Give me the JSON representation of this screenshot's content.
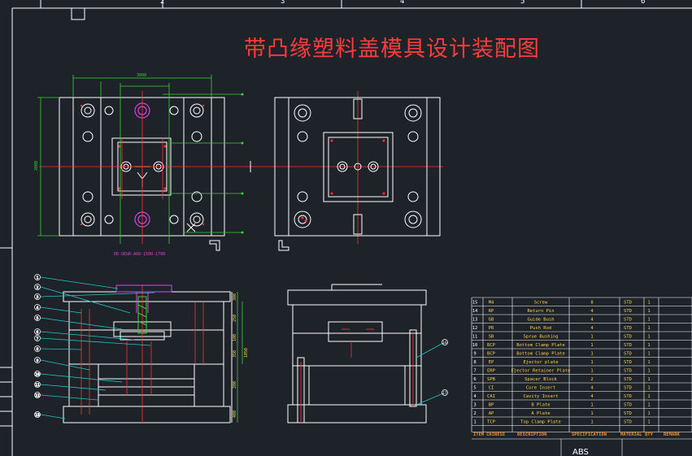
{
  "title": "带凸缘塑料盖模具设计装配图",
  "zone_labels": [
    "2",
    "3",
    "4",
    "5",
    "6"
  ],
  "plan_view": {
    "overall_dim": "3000",
    "side_dim": "2000",
    "section_label": "DE-SEGR-A60-1500-1700"
  },
  "front_view": {
    "balloons": [
      "1",
      "2",
      "3",
      "4",
      "5",
      "6",
      "7",
      "8",
      "9",
      "10",
      "11",
      "12",
      "13",
      "14",
      "15"
    ],
    "dims": [
      "300",
      "250",
      "100",
      "350",
      "200",
      "400"
    ],
    "dim_total": "1050"
  },
  "side_view": {
    "balloons": [
      "16",
      "17"
    ]
  },
  "bom": {
    "rows": [
      {
        "no": "15",
        "code": "M4",
        "name": "Screw",
        "qty": "8",
        "spec": "STD",
        "mat": "1"
      },
      {
        "no": "14",
        "code": "RP",
        "name": "Return Pin",
        "qty": "4",
        "spec": "STD",
        "mat": "1"
      },
      {
        "no": "13",
        "code": "GB",
        "name": "Guide Bush",
        "qty": "4",
        "spec": "STD",
        "mat": "1"
      },
      {
        "no": "12",
        "code": "PR",
        "name": "Push Rod",
        "qty": "4",
        "spec": "STD",
        "mat": "1"
      },
      {
        "no": "11",
        "code": "SB",
        "name": "Sprue Bushing",
        "qty": "1",
        "spec": "STD",
        "mat": "1"
      },
      {
        "no": "10",
        "code": "BCP",
        "name": "Bottom Clamp Plate",
        "qty": "1",
        "spec": "STD",
        "mat": "1"
      },
      {
        "no": "9",
        "code": "BCP",
        "name": "Bottom Clamp Plate",
        "qty": "1",
        "spec": "STD",
        "mat": "1"
      },
      {
        "no": "8",
        "code": "EP",
        "name": "Ejector plate",
        "qty": "1",
        "spec": "STD",
        "mat": "1"
      },
      {
        "no": "7",
        "code": "ERP",
        "name": "Ejector Retainer Plate",
        "qty": "1",
        "spec": "STD",
        "mat": "1"
      },
      {
        "no": "6",
        "code": "SPB",
        "name": "Spacer Block",
        "qty": "2",
        "spec": "STD",
        "mat": "1"
      },
      {
        "no": "5",
        "code": "CI",
        "name": "Core Insert",
        "qty": "4",
        "spec": "STD",
        "mat": "1"
      },
      {
        "no": "4",
        "code": "CAI",
        "name": "Cavity Insert",
        "qty": "4",
        "spec": "STD",
        "mat": "1"
      },
      {
        "no": "3",
        "code": "BP",
        "name": "B Plate",
        "qty": "1",
        "spec": "STD",
        "mat": "1"
      },
      {
        "no": "2",
        "code": "AP",
        "name": "A Plate",
        "qty": "1",
        "spec": "STD",
        "mat": "1"
      },
      {
        "no": "1",
        "code": "TCP",
        "name": "Top Clamp Plate",
        "qty": "1",
        "spec": "STD",
        "mat": "1"
      }
    ],
    "header": {
      "item": "ITEM",
      "chinese": "CHINESE",
      "description": "DESCRIPTION",
      "spec": "SPECIFICATION",
      "material": "MATERIAL",
      "qty": "QTY",
      "remark": "REMARK"
    },
    "material_note": "ABS"
  },
  "colors": {
    "background": "#1e2229",
    "outline": "#ffffff",
    "center": "#ff3030",
    "dimension": "#39d139",
    "leader": "#20c8c8",
    "highlight": "#e040e0",
    "title": "#ff3b3b",
    "bom_text": "#ffd24a"
  }
}
